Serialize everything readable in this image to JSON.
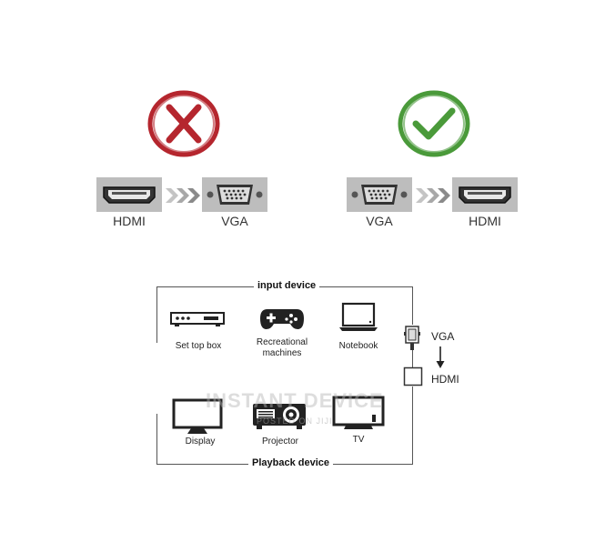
{
  "top": {
    "wrong": {
      "from_label": "HDMI",
      "to_label": "VGA",
      "icon": "red-cross-icon",
      "color": "#b5262e"
    },
    "right": {
      "from_label": "VGA",
      "to_label": "HDMI",
      "icon": "green-check-icon",
      "color": "#4a9a3a"
    }
  },
  "diagram": {
    "input_title": "input device",
    "playback_title": "Playback device",
    "input_devices": [
      {
        "label": "Set top box",
        "icon": "set-top-box-icon"
      },
      {
        "label_line1": "Recreational",
        "label_line2": "machines",
        "icon": "gamepad-icon"
      },
      {
        "label": "Notebook",
        "icon": "notebook-icon"
      }
    ],
    "playback_devices": [
      {
        "label": "Display",
        "icon": "display-icon"
      },
      {
        "label": "Projector",
        "icon": "projector-icon"
      },
      {
        "label": "TV",
        "icon": "tv-icon"
      }
    ],
    "adapter": {
      "vga_label": "VGA",
      "hdmi_label": "HDMI"
    }
  },
  "watermark": {
    "main": "INSTANT DEVICE",
    "sub": "POSTED ON JIJI"
  }
}
